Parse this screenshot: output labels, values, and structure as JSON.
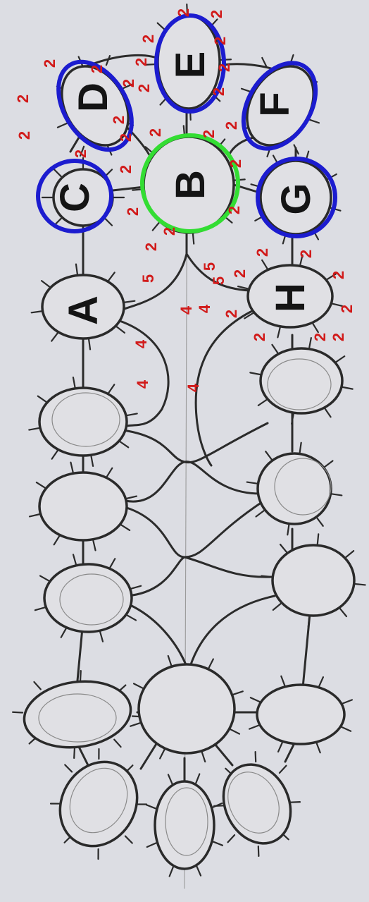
{
  "labels": {
    "A": "A",
    "B": "B",
    "C": "C",
    "D": "D",
    "E": "E",
    "F": "F",
    "G": "G",
    "H": "H"
  },
  "marks": {
    "two": "2",
    "four": "4",
    "five": "5"
  },
  "colors": {
    "blue_highlight": "#1c1ccf",
    "green_highlight": "#33dd33",
    "annotation_red": "#d11a1a",
    "ink": "#2b2b2b",
    "paper": "#dcdde3"
  }
}
